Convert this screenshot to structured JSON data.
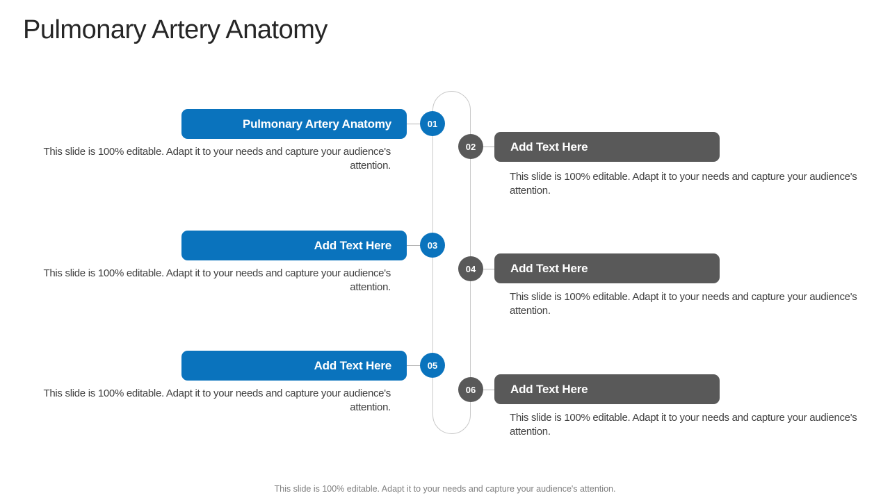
{
  "title": "Pulmonary Artery Anatomy",
  "footer": "This slide is 100% editable. Adapt it to your needs and capture your audience's attention.",
  "colors": {
    "accent_blue": "#0a73bd",
    "accent_gray": "#595959"
  },
  "items": [
    {
      "number": "01",
      "side": "left",
      "label": "Pulmonary Artery Anatomy",
      "description": "This slide is 100% editable. Adapt it to your needs and capture your audience's attention."
    },
    {
      "number": "02",
      "side": "right",
      "label": "Add Text Here",
      "description": "This slide is 100% editable. Adapt it to your needs and capture your audience's attention."
    },
    {
      "number": "03",
      "side": "left",
      "label": "Add Text Here",
      "description": "This slide is 100% editable. Adapt it to your needs and capture your audience's attention."
    },
    {
      "number": "04",
      "side": "right",
      "label": "Add Text Here",
      "description": "This slide is 100% editable. Adapt it to your needs and capture your audience's attention."
    },
    {
      "number": "05",
      "side": "left",
      "label": "Add Text Here",
      "description": "This slide is 100% editable. Adapt it to your needs and capture your audience's attention."
    },
    {
      "number": "06",
      "side": "right",
      "label": "Add Text Here",
      "description": "This slide is 100% editable. Adapt it to your needs and capture your audience's attention."
    }
  ]
}
